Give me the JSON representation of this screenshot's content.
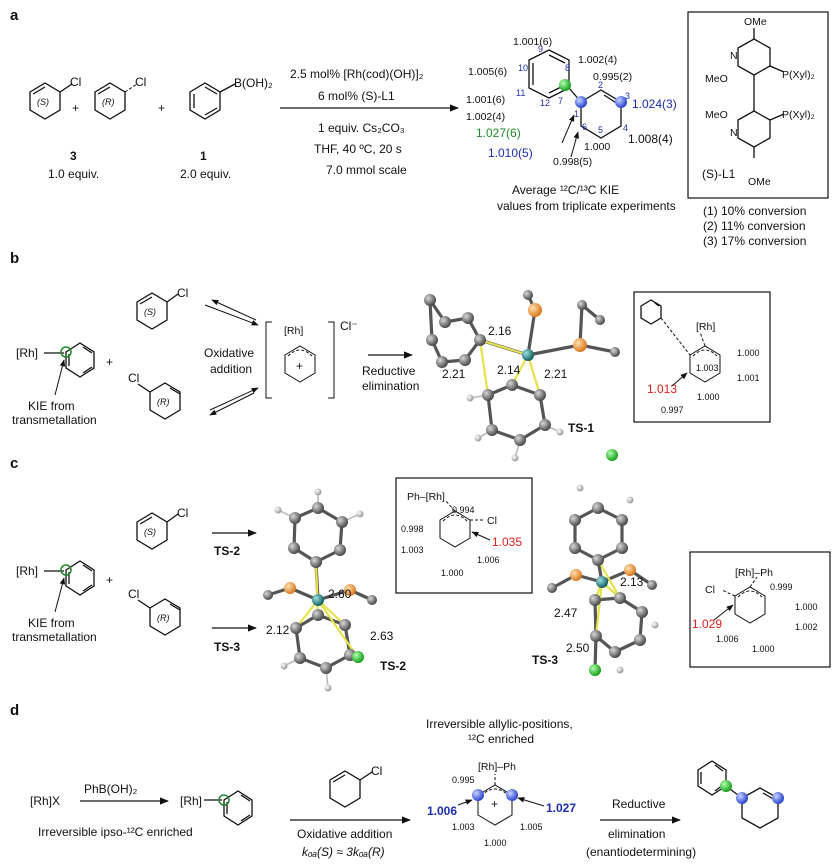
{
  "panels": {
    "a": "a",
    "b": "b",
    "c": "c",
    "d": "d"
  },
  "a": {
    "reagent_cl": "Cl",
    "s_label": "(S)",
    "r_label": "(R)",
    "plus": "+",
    "boronic": "B(OH)₂",
    "cmpd3": "3",
    "cmpd3_equiv": "1.0 equiv.",
    "cmpd1": "1",
    "cmpd1_equiv": "2.0 equiv.",
    "cond1": "2.5 mol% [Rh(cod)(OH)]₂",
    "cond2": "6 mol% (S)-L1",
    "cond3": "1 equiv. Cs₂CO₃",
    "cond4": "THF, 40 ºC, 20 s",
    "cond5": "7.0 mmol scale",
    "kie_vals": {
      "c9": "1.001(6)",
      "c10": "1.005(6)",
      "c8": "1.002(4)",
      "c11": "1.001(6)",
      "c12": "1.002(4)",
      "c2": "0.995(2)",
      "c3": "1.024(3)",
      "c7": "1.027(6)",
      "c1": "1.010(5)",
      "c5": "1.000",
      "c4": "1.008(4)",
      "c6": "0.998(5)"
    },
    "atom_nums": {
      "n9": "9",
      "n10": "10",
      "n8": "8",
      "n11": "11",
      "n12": "12",
      "n7": "7",
      "n1": "1",
      "n2": "2",
      "n3": "3",
      "n4": "4",
      "n5": "5",
      "n6": "6"
    },
    "avg1": "Average ¹²C/¹³C KIE",
    "avg2": "values from triplicate experiments",
    "ligand_ome": "OMe",
    "ligand_meo": "MeO",
    "ligand_n": "N",
    "ligand_pxyl": "P(Xyl)₂",
    "ligand_name": "(S)-L1",
    "notes": [
      "(1) 10% conversion",
      "(2) 11% conversion",
      "(3) 17% conversion"
    ]
  },
  "b": {
    "rh": "[Rh]",
    "kie1": "KIE from",
    "kie2": "transmetallation",
    "ox1": "Oxidative",
    "ox2": "addition",
    "cl_minus": "Cl⁻",
    "red1": "Reductive",
    "red2": "elimination",
    "dists": [
      "2.16",
      "2.21",
      "2.14",
      "2.21"
    ],
    "ts": "TS-1",
    "inset": {
      "rh": "[Rh]",
      "v1": "1.003",
      "v2": "1.000",
      "v3": "1.001",
      "v4": "1.013",
      "v5": "0.997",
      "v6": "1.000"
    }
  },
  "c": {
    "ts2": "TS-2",
    "ts3": "TS-3",
    "d2": [
      "2.60",
      "2.12",
      "2.63"
    ],
    "d3": [
      "2.13",
      "2.47",
      "2.50"
    ],
    "inset2": {
      "top": "Ph–[Rh]",
      "v1": "0.994",
      "v2": "0.998",
      "v3": "1.003",
      "v4": "1.035",
      "v5": "1.006",
      "v6": "1.000",
      "cl": "Cl"
    },
    "inset3": {
      "top": "[Rh]–Ph",
      "v1": "0.999",
      "v2": "1.000",
      "v3": "1.002",
      "v4": "1.029",
      "v5": "1.006",
      "v6": "1.000",
      "cl": "Cl"
    }
  },
  "d": {
    "rhx": "[Rh]X",
    "phb": "PhB(OH)₂",
    "irr": "Irreversible  ipso-¹²C enriched",
    "ox": "Oxidative addition",
    "kox": "kₒₐ(S) ≈ 3kₒₐ(R)",
    "irr2a": "Irreversible allylic-positions,",
    "irr2b": "¹²C enriched",
    "rhph": "[Rh]–Ph",
    "v_top": "0.995",
    "v_left": "1.006",
    "v_right": "1.027",
    "v_bl": "1.003",
    "v_br": "1.005",
    "v_bot": "1.000",
    "red1": "Reductive",
    "red2": "elimination",
    "red3": "(enantiodetermining)"
  },
  "colors": {
    "blue": "#1a2fb0",
    "green": "#1e8a2a",
    "red": "#e0201a",
    "yellow": "#e8e24a"
  }
}
